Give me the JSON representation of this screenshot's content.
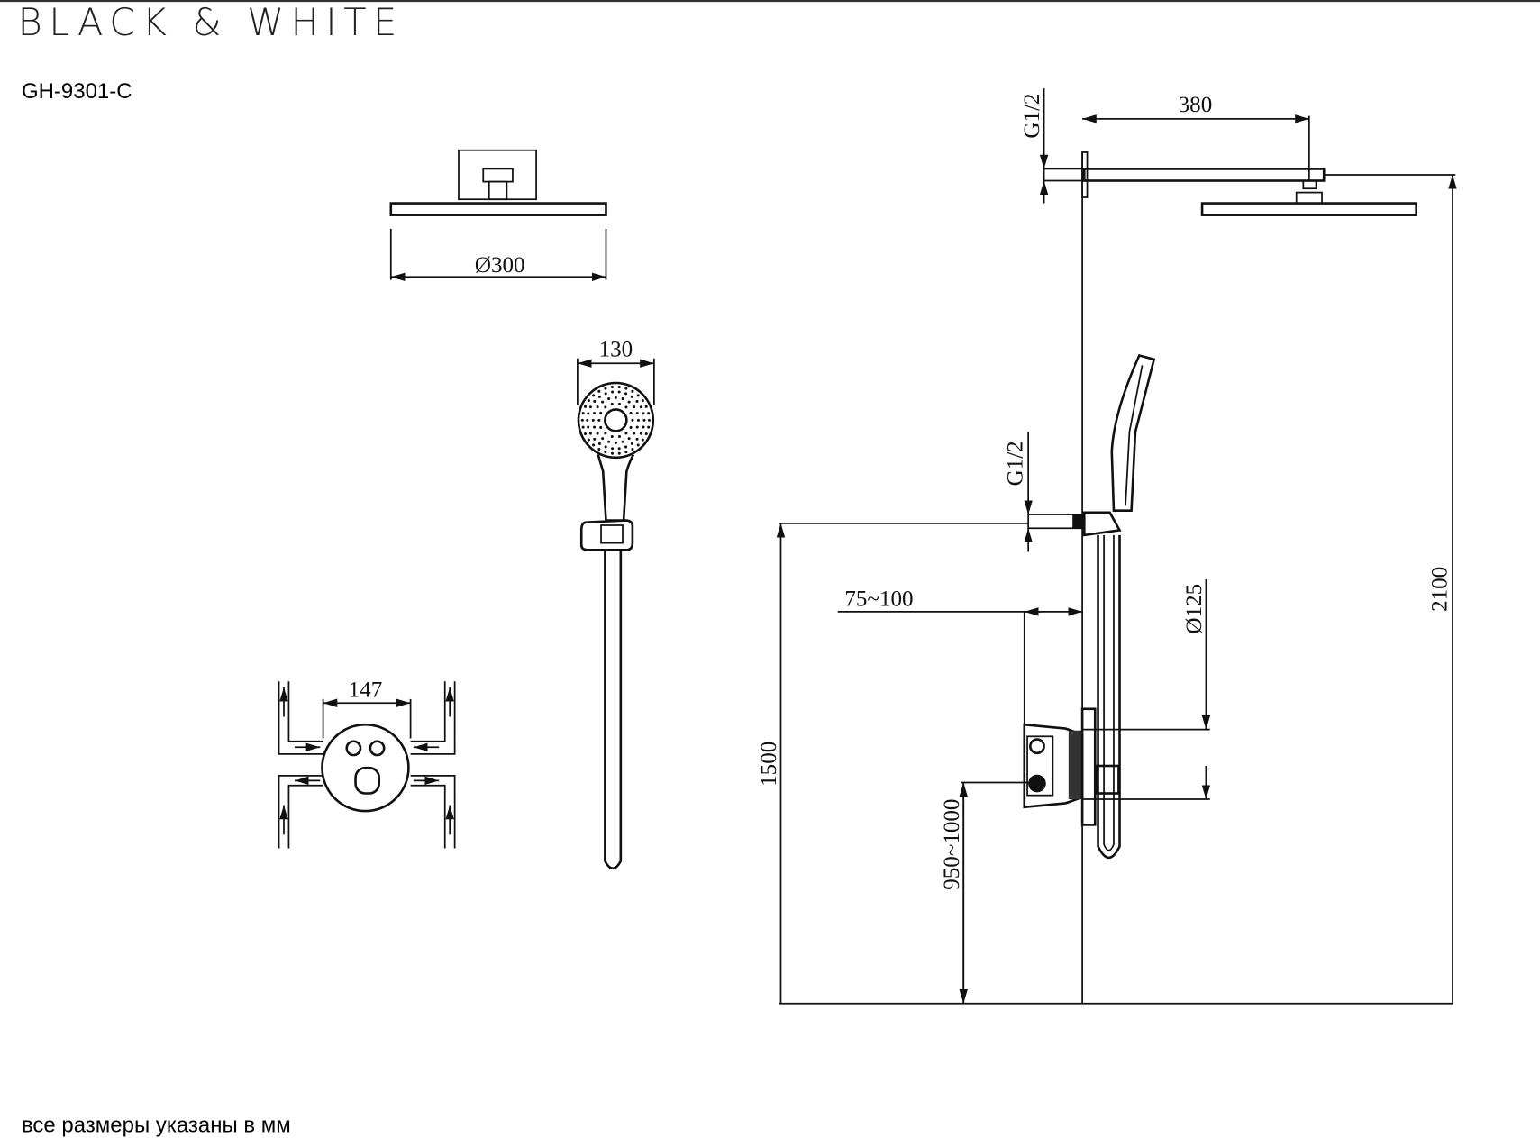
{
  "brand": {
    "logo": "BLACK & WHITE"
  },
  "model": "GH-9301-C",
  "footer_note": "все размеры указаны в мм",
  "dimensions": {
    "head_diameter": "Ø300",
    "arm_length": "380",
    "thread_top": "G1/2",
    "thread_outlet": "G1/2",
    "hand_shower_width": "130",
    "mixer_width": "147",
    "total_height": "2100",
    "outlet_height": "1500",
    "mixer_depth": "75~100",
    "mixer_diameter": "Ø125",
    "mixer_height": "950~1000"
  },
  "colors": {
    "line": "#111111",
    "background": "#ffffff"
  }
}
